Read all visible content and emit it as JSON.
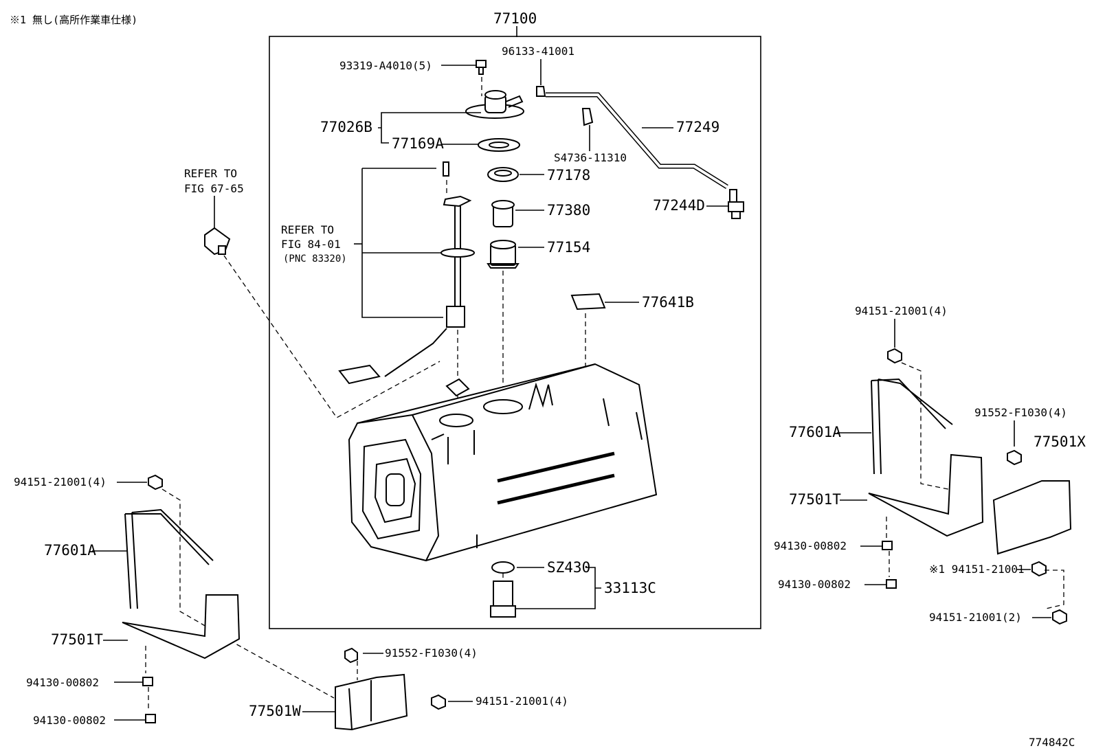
{
  "note": "※1 無し(高所作業車仕様)",
  "figure_id": "774842C",
  "assembly": "77100",
  "refs": {
    "refer_to": "REFER TO",
    "fig_67": "FIG 67-65",
    "fig_84": "FIG 84-01",
    "pnc": "(PNC 83320)"
  },
  "parts": {
    "p93319": "93319-A4010(5)",
    "p96133": "96133-41001",
    "p77026B": "77026B",
    "p77169A": "77169A",
    "p77249": "77249",
    "pS4736": "S4736-11310",
    "p77178": "77178",
    "p77380": "77380",
    "p77244D": "77244D",
    "p77154": "77154",
    "p77641B": "77641B",
    "pSZ430": "SZ430",
    "p33113C": "33113C",
    "l_94151": "94151-21001(4)",
    "l_77601A": "77601A",
    "l_77501T": "77501T",
    "l_94130a": "94130-00802",
    "l_94130b": "94130-00802",
    "c_91552": "91552-F1030(4)",
    "c_94151": "94151-21001(4)",
    "c_77501W": "77501W",
    "r_94151": "94151-21001(4)",
    "r_91552": "91552-F1030(4)",
    "r_77601A": "77601A",
    "r_77501X": "77501X",
    "r_77501T": "77501T",
    "r_94130a": "94130-00802",
    "r_94151_note": "※1 94151-21001",
    "r_94130b": "94130-00802",
    "r_94151_2": "94151-21001(2)"
  }
}
